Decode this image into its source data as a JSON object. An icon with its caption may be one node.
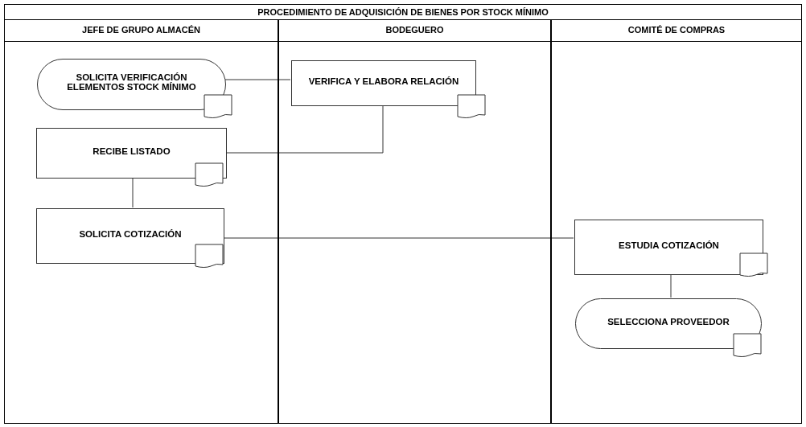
{
  "diagram": {
    "title": "PROCEDIMIENTO DE ADQUISICIÓN DE BIENES POR STOCK MÍNIMO",
    "nodes": [
      {
        "text": [
          "JEFE DE GRUPO ALMACÉN"
        ]
      },
      {
        "text": [
          "BODEGUERO"
        ]
      },
      {
        "text": [
          "COMITÉ DE COMPRAS"
        ]
      },
      {
        "text": [
          "SOLICITA VERIFICACIÓN ELEMENTOS STOCK MÍNIMO"
        ],
        "in": 0
      },
      {
        "text": [
          "VERIFICA Y ELABORA RELACIÓN"
        ],
        "in": 1
      },
      {
        "text": [
          "RECIBE LISTADO"
        ],
        "in": 0
      },
      {
        "text": [
          "SOLICITA COTIZACIÓN"
        ],
        "in": 0
      },
      {
        "text": [
          "ESTUDIA COTIZACIÓN"
        ],
        "in": 2
      },
      {
        "text": [
          "SELECCIONA PROVEEDOR"
        ],
        "in": 2
      }
    ],
    "edges": [
      {
        "from": 3,
        "to": 4,
        "arrow": "none"
      },
      {
        "from": 4,
        "to": 5,
        "arrow": "none"
      },
      {
        "from": 5,
        "to": 6,
        "arrow": "none"
      },
      {
        "from": 6,
        "to": 7,
        "arrow": "none"
      },
      {
        "from": 7,
        "to": 8,
        "arrow": "none"
      }
    ]
  }
}
